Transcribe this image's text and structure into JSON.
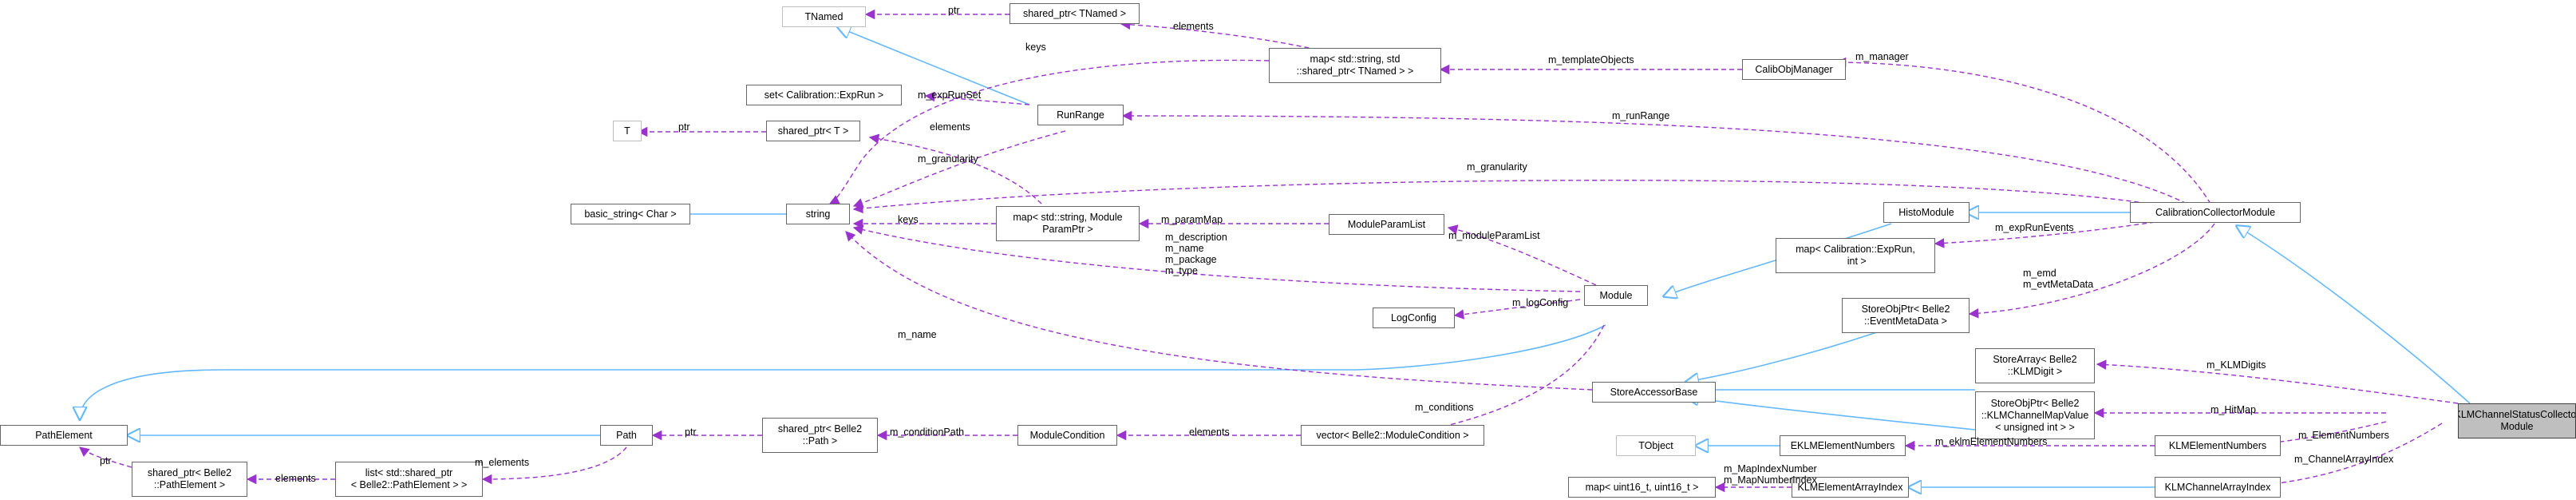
{
  "nodes": {
    "tnamed": "TNamed",
    "shared_ptr_tnamed": "shared_ptr< TNamed >",
    "map_string_tnamed": "map< std::string, std\n::shared_ptr< TNamed > >",
    "calibobjmanager": "CalibObjManager",
    "set_exprun": "set< Calibration::ExpRun >",
    "runrange": "RunRange",
    "t": "T",
    "shared_ptr_t": "shared_ptr< T >",
    "basic_string": "basic_string< Char >",
    "string": "string",
    "map_string_moduleparamptr": "map< std::string, Module\nParamPtr >",
    "moduleparamlist": "ModuleParamList",
    "histomodule": "HistoModule",
    "calibrationcollectormodule": "CalibrationCollectorModule",
    "map_exprun_int": "map< Calibration::ExpRun,\n int >",
    "logconfig": "LogConfig",
    "module": "Module",
    "storeobjptr_eventmetadata": "StoreObjPtr< Belle2\n::EventMetaData >",
    "storeaccessorbase": "StoreAccessorBase",
    "storearray_klmdigit": "StoreArray< Belle2\n::KLMDigit >",
    "storeobjptr_klmchannelmapvalue": "StoreObjPtr< Belle2\n::KLMChannelMapValue\n< unsigned int > >",
    "klmchannelstatuscollectormodule": "KLMChannelStatusCollector\nModule",
    "pathelement": "PathElement",
    "path": "Path",
    "shared_ptr_path": "shared_ptr< Belle2\n::Path >",
    "modulecondition": "ModuleCondition",
    "vector_modulecondition": "vector< Belle2::ModuleCondition >",
    "shared_ptr_pathelement": "shared_ptr< Belle2\n::PathElement >",
    "list_shared_ptr_pathelement": "list< std::shared_ptr\n< Belle2::PathElement > >",
    "tobject": "TObject",
    "eklmelementnumbers": "EKLMElementNumbers",
    "klmelementnumbers": "KLMElementNumbers",
    "map_uint16": "map< uint16_t, uint16_t >",
    "klmelementarrayindex": "KLMElementArrayIndex",
    "klmchannelarrayindex": "KLMChannelArrayIndex"
  },
  "edge_labels": {
    "ptr": "ptr",
    "elements": "elements",
    "keys": "keys",
    "m_templateObjects": "m_templateObjects",
    "m_manager": "m_manager",
    "m_expRunSet": "m_expRunSet",
    "m_runRange": "m_runRange",
    "m_granularity": "m_granularity",
    "m_paramMap": "m_paramMap",
    "m_moduleParamList": "m_moduleParamList",
    "m_description_group": "m_description\nm_name\nm_package\nm_type",
    "m_logConfig": "m_logConfig",
    "m_expRunEvents": "m_expRunEvents",
    "m_emd_group": "m_emd\nm_evtMetaData",
    "m_name": "m_name",
    "m_KLMDigits": "m_KLMDigits",
    "m_HitMap": "m_HitMap",
    "m_ElementNumbers": "m_ElementNumbers",
    "m_ChannelArrayIndex": "m_ChannelArrayIndex",
    "m_conditions": "m_conditions",
    "m_conditionPath": "m_conditionPath",
    "m_elements": "m_elements",
    "m_eklmElementNumbers": "m_eklmElementNumbers",
    "m_MapIndexNumber_group": "m_MapIndexNumber\nm_MapNumberIndex"
  },
  "colors": {
    "inheritance": "#63b8ff",
    "usage": "#9a32cd",
    "node_border": "#666666",
    "node_border_dim": "#bfbfbf",
    "focus_fill": "#bfbfbf"
  }
}
